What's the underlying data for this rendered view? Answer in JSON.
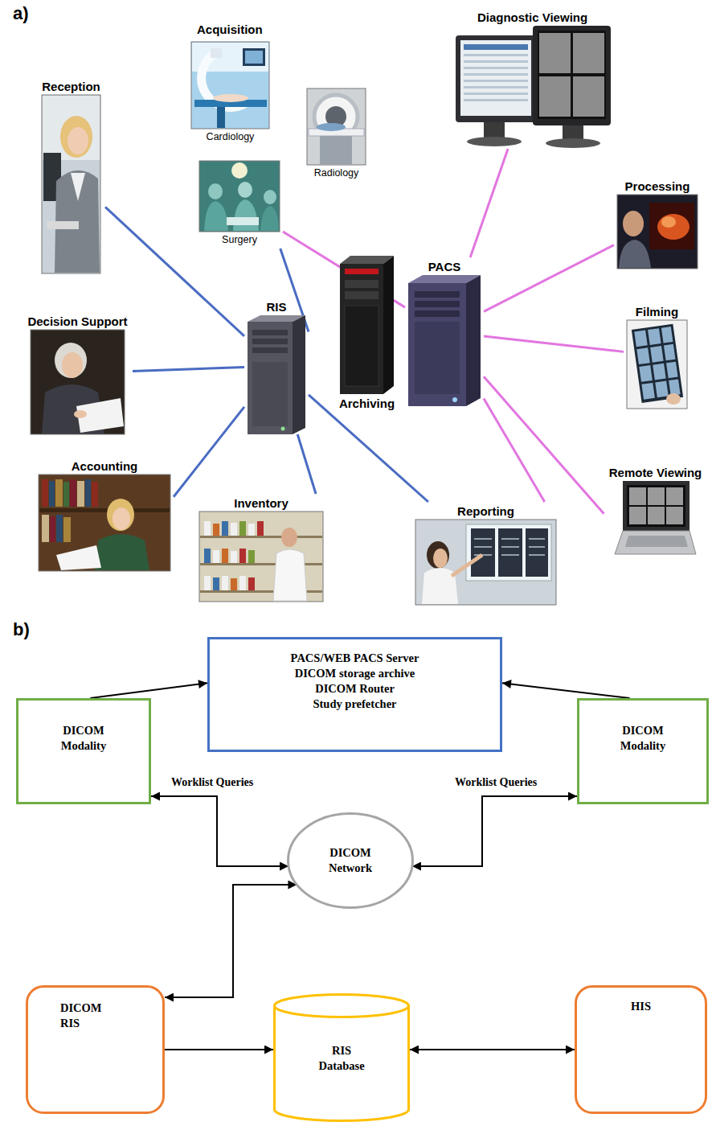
{
  "diagram": {
    "nodes": [
      {
        "text": [
          "Reception"
        ]
      },
      {
        "text": [
          "Cardiology"
        ]
      },
      {
        "text": [
          "Radiology"
        ]
      },
      {
        "text": [
          "Surgery"
        ]
      },
      {
        "text": [
          "Diagnostic Viewing"
        ]
      },
      {
        "text": [
          "Processing"
        ]
      },
      {
        "text": [
          "PACS"
        ]
      },
      {
        "text": [
          "RIS"
        ]
      },
      {
        "text": [
          "Archiving"
        ]
      },
      {
        "text": [
          "Decision Support"
        ]
      },
      {
        "text": [
          "Filming"
        ]
      },
      {
        "text": [
          "Accounting"
        ]
      },
      {
        "text": [
          "Inventory"
        ]
      },
      {
        "text": [
          "Reporting"
        ]
      },
      {
        "text": [
          "Remote Viewing"
        ]
      },
      {
        "text": [
          "PACS/WEB PACS Server",
          "DICOM storage archive",
          "DICOM Router",
          "Study prefetcher"
        ]
      },
      {
        "text": [
          "DICOM Modality"
        ]
      },
      {
        "text": [
          "DICOM Modality"
        ]
      },
      {
        "text": [
          "DICOM Network"
        ]
      },
      {
        "text": [
          "DICOM RIS"
        ]
      },
      {
        "text": [
          "RIS Database"
        ]
      },
      {
        "text": [
          "HIS"
        ]
      }
    ],
    "edges": [
      {
        "from": 7,
        "to": 0,
        "arrow": "none"
      },
      {
        "from": 7,
        "to": 3,
        "arrow": "none"
      },
      {
        "from": 7,
        "to": 9,
        "arrow": "none"
      },
      {
        "from": 7,
        "to": 11,
        "arrow": "none"
      },
      {
        "from": 7,
        "to": 12,
        "arrow": "none"
      },
      {
        "from": 7,
        "to": 13,
        "arrow": "none"
      },
      {
        "from": 6,
        "to": 3,
        "arrow": "none"
      },
      {
        "from": 6,
        "to": 4,
        "arrow": "none"
      },
      {
        "from": 6,
        "to": 5,
        "arrow": "none"
      },
      {
        "from": 6,
        "to": 10,
        "arrow": "none"
      },
      {
        "from": 6,
        "to": 14,
        "arrow": "none"
      },
      {
        "from": 6,
        "to": 13,
        "arrow": "none"
      },
      {
        "from": 16,
        "to": 15,
        "arrow": "to"
      },
      {
        "from": 17,
        "to": 15,
        "arrow": "to"
      },
      {
        "from": 16,
        "to": 18,
        "label": "Worklist Queries",
        "arrow": "both"
      },
      {
        "from": 17,
        "to": 18,
        "label": "Worklist Queries",
        "arrow": "both"
      },
      {
        "from": 19,
        "to": 18,
        "arrow": "both"
      },
      {
        "from": 19,
        "to": 20,
        "arrow": "to"
      },
      {
        "from": 20,
        "to": 21,
        "arrow": "both"
      }
    ],
    "labels": [
      "a)",
      "Acquisition",
      "b)"
    ]
  }
}
